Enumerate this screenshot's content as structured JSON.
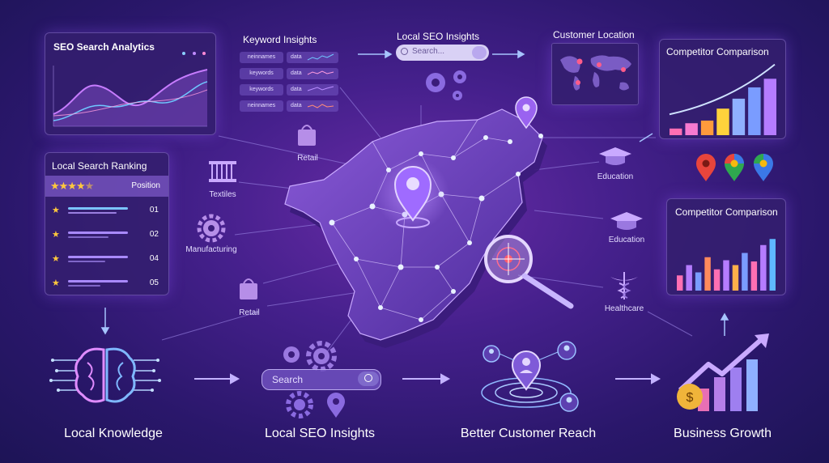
{
  "seo_analytics": {
    "title": "SEO Search Analytics"
  },
  "keyword_insights": {
    "title": "Keyword Insights",
    "rows": [
      {
        "keyword": "neinnames",
        "data": "data"
      },
      {
        "keyword": "keywords",
        "data": "data"
      },
      {
        "keyword": "keywords",
        "data": "data"
      },
      {
        "keyword": "neinnames",
        "data": "data"
      }
    ]
  },
  "local_seo_top": {
    "title": "Local SEO Insights",
    "search_placeholder": "Search..."
  },
  "customer_location": {
    "title": "Customer Location"
  },
  "competitor_top": {
    "title": "Competitor Comparison",
    "bars": [
      0.1,
      0.18,
      0.22,
      0.4,
      0.55,
      0.72,
      0.85
    ]
  },
  "competitor_bottom": {
    "title": "Competitor Comparison",
    "bars": [
      0.25,
      0.42,
      0.3,
      0.55,
      0.35,
      0.5,
      0.42,
      0.62,
      0.48,
      0.75,
      0.85
    ]
  },
  "local_search_ranking": {
    "title": "Local Search Ranking",
    "header_label": "Position",
    "stars": 4.5,
    "rows": [
      {
        "position": "01",
        "fill": 1.0
      },
      {
        "position": "02",
        "fill": 0.8
      },
      {
        "position": "04",
        "fill": 0.7
      },
      {
        "position": "05",
        "fill": 0.6
      }
    ]
  },
  "sectors": {
    "retail_top": "Retail",
    "textiles": "Textiles",
    "manufacturing": "Manufacturing",
    "retail_bottom": "Retail",
    "education_top": "Education",
    "education_bottom": "Education",
    "healthcare": "Healthcare"
  },
  "flow_search": {
    "placeholder": "Search"
  },
  "bottom_steps": {
    "local_knowledge": "Local Knowledge",
    "local_seo_insights": "Local SEO Insights",
    "better_customer_reach": "Better Customer Reach",
    "business_growth": "Business Growth"
  },
  "colors": {
    "accent_purple": "#b88cff",
    "accent_blue": "#5fb8ff",
    "accent_pink": "#ff7fd0",
    "star_gold": "#ffc83d",
    "pin_red": "#e8453c",
    "pin_green": "#2fa84f",
    "pin_blue": "#3b78e7",
    "pin_yellow": "#f6b90f"
  }
}
